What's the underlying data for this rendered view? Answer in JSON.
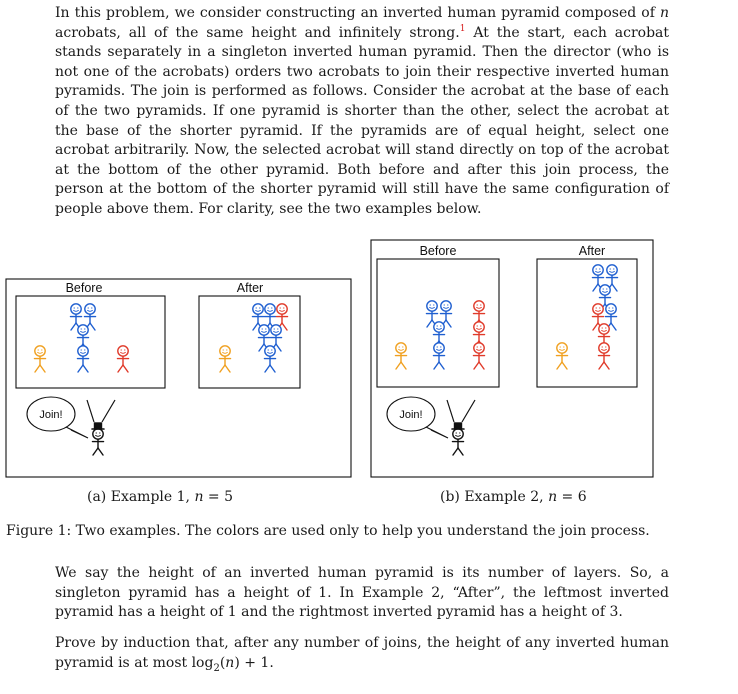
{
  "intro": {
    "p1": "In this problem, we consider constructing an inverted human pyramid composed of ",
    "n": "n",
    "p2": " acrobats, all of the same height and infinitely strong.",
    "footnote": "1",
    "p3": " At the start, each acrobat stands separately in a singleton inverted human pyramid. Then the director (who is not one of the acrobats) orders two acrobats to join their respective inverted human pyramids. The join is performed as follows. Consider the acrobat at the base of each of the two pyramids. If one pyramid is shorter than the other, select the acrobat at the base of the shorter pyramid. If the pyramids are of equal height, select one acrobat arbitrarily. Now, the selected acrobat will stand directly on top of the acrobat at the bottom of the other pyramid. Both before and after this join process, the person at the bottom of the shorter pyramid will still have the same configuration of people above them. For clarity, see the two examples below."
  },
  "figure": {
    "example1": {
      "before_label": "Before",
      "after_label": "After",
      "speech": "Join!",
      "caption_prefix": "(a) Example 1, ",
      "caption_var": "n",
      "caption_suffix": " = 5"
    },
    "example2": {
      "before_label": "Before",
      "after_label": "After",
      "speech": "Join!",
      "caption_prefix": "(b) Example 2, ",
      "caption_var": "n",
      "caption_suffix": " = 6"
    },
    "caption": "Figure 1: Two examples. The colors are used only to help you understand the join process.",
    "colors": {
      "blue": "#1f5fd0",
      "red": "#e03a2a",
      "orange": "#f0a020",
      "black": "#111111"
    }
  },
  "para2": {
    "text": "We say the height of an inverted human pyramid is its number of layers. So, a singleton pyramid has a height of 1. In Example 2, “After”, the leftmost inverted pyramid has a height of 1 and the rightmost inverted pyramid has a height of 3."
  },
  "para3": {
    "p1": "Prove by induction that, after any number of joins, the height of any inverted human pyramid is at most log",
    "sub": "2",
    "p2": "(",
    "var": "n",
    "p3": ") + 1."
  }
}
